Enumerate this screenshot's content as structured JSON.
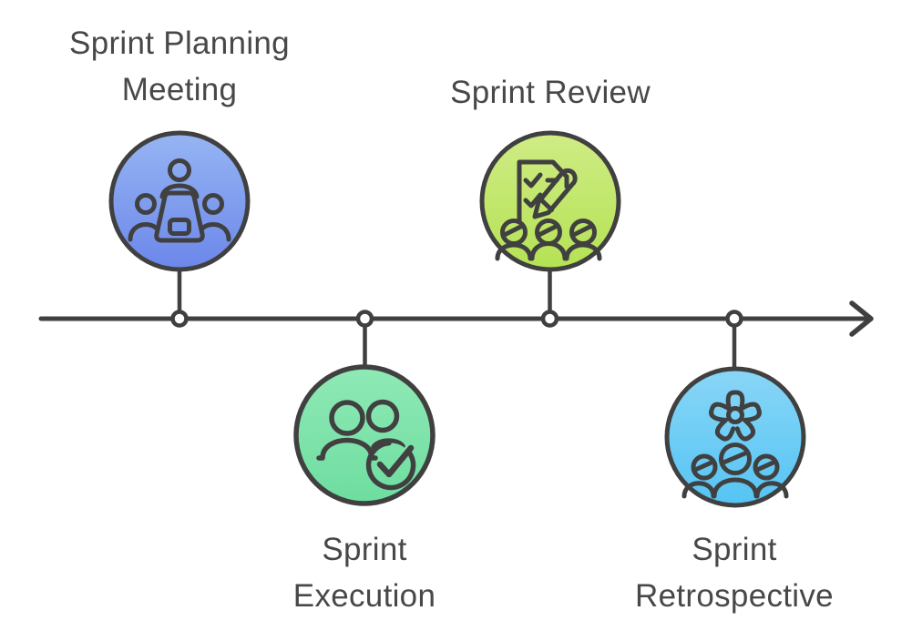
{
  "background": "#ffffff",
  "colors": {
    "stroke": "#404040",
    "label_text": "#484848",
    "node_fill": "#ffffff"
  },
  "timeline": {
    "direction": "left-to-right",
    "node_count": 4,
    "style": "horizontal arrow line with hollow circle nodes"
  },
  "stages": [
    {
      "name": "sprint-planning-meeting",
      "lines": [
        "Sprint Planning",
        "Meeting"
      ],
      "icon": "meeting-table-people-icon",
      "position": "above-timeline",
      "gradient_top": "#96b5f3",
      "gradient_bottom": "#6c87ea"
    },
    {
      "name": "sprint-execution",
      "lines": [
        "Sprint",
        "Execution"
      ],
      "icon": "team-with-checkmark-icon",
      "position": "below-timeline",
      "gradient_top": "#8fe9b5",
      "gradient_bottom": "#6edda0"
    },
    {
      "name": "sprint-review",
      "lines": [
        "Sprint Review"
      ],
      "icon": "checklist-pencil-audience-icon",
      "position": "above-timeline",
      "gradient_top": "#cfec85",
      "gradient_bottom": "#b5e254"
    },
    {
      "name": "sprint-retrospective",
      "lines": [
        "Sprint",
        "Retrospective"
      ],
      "icon": "gear-audience-icon",
      "position": "below-timeline",
      "gradient_top": "#89d6f7",
      "gradient_bottom": "#55c4f3"
    }
  ]
}
